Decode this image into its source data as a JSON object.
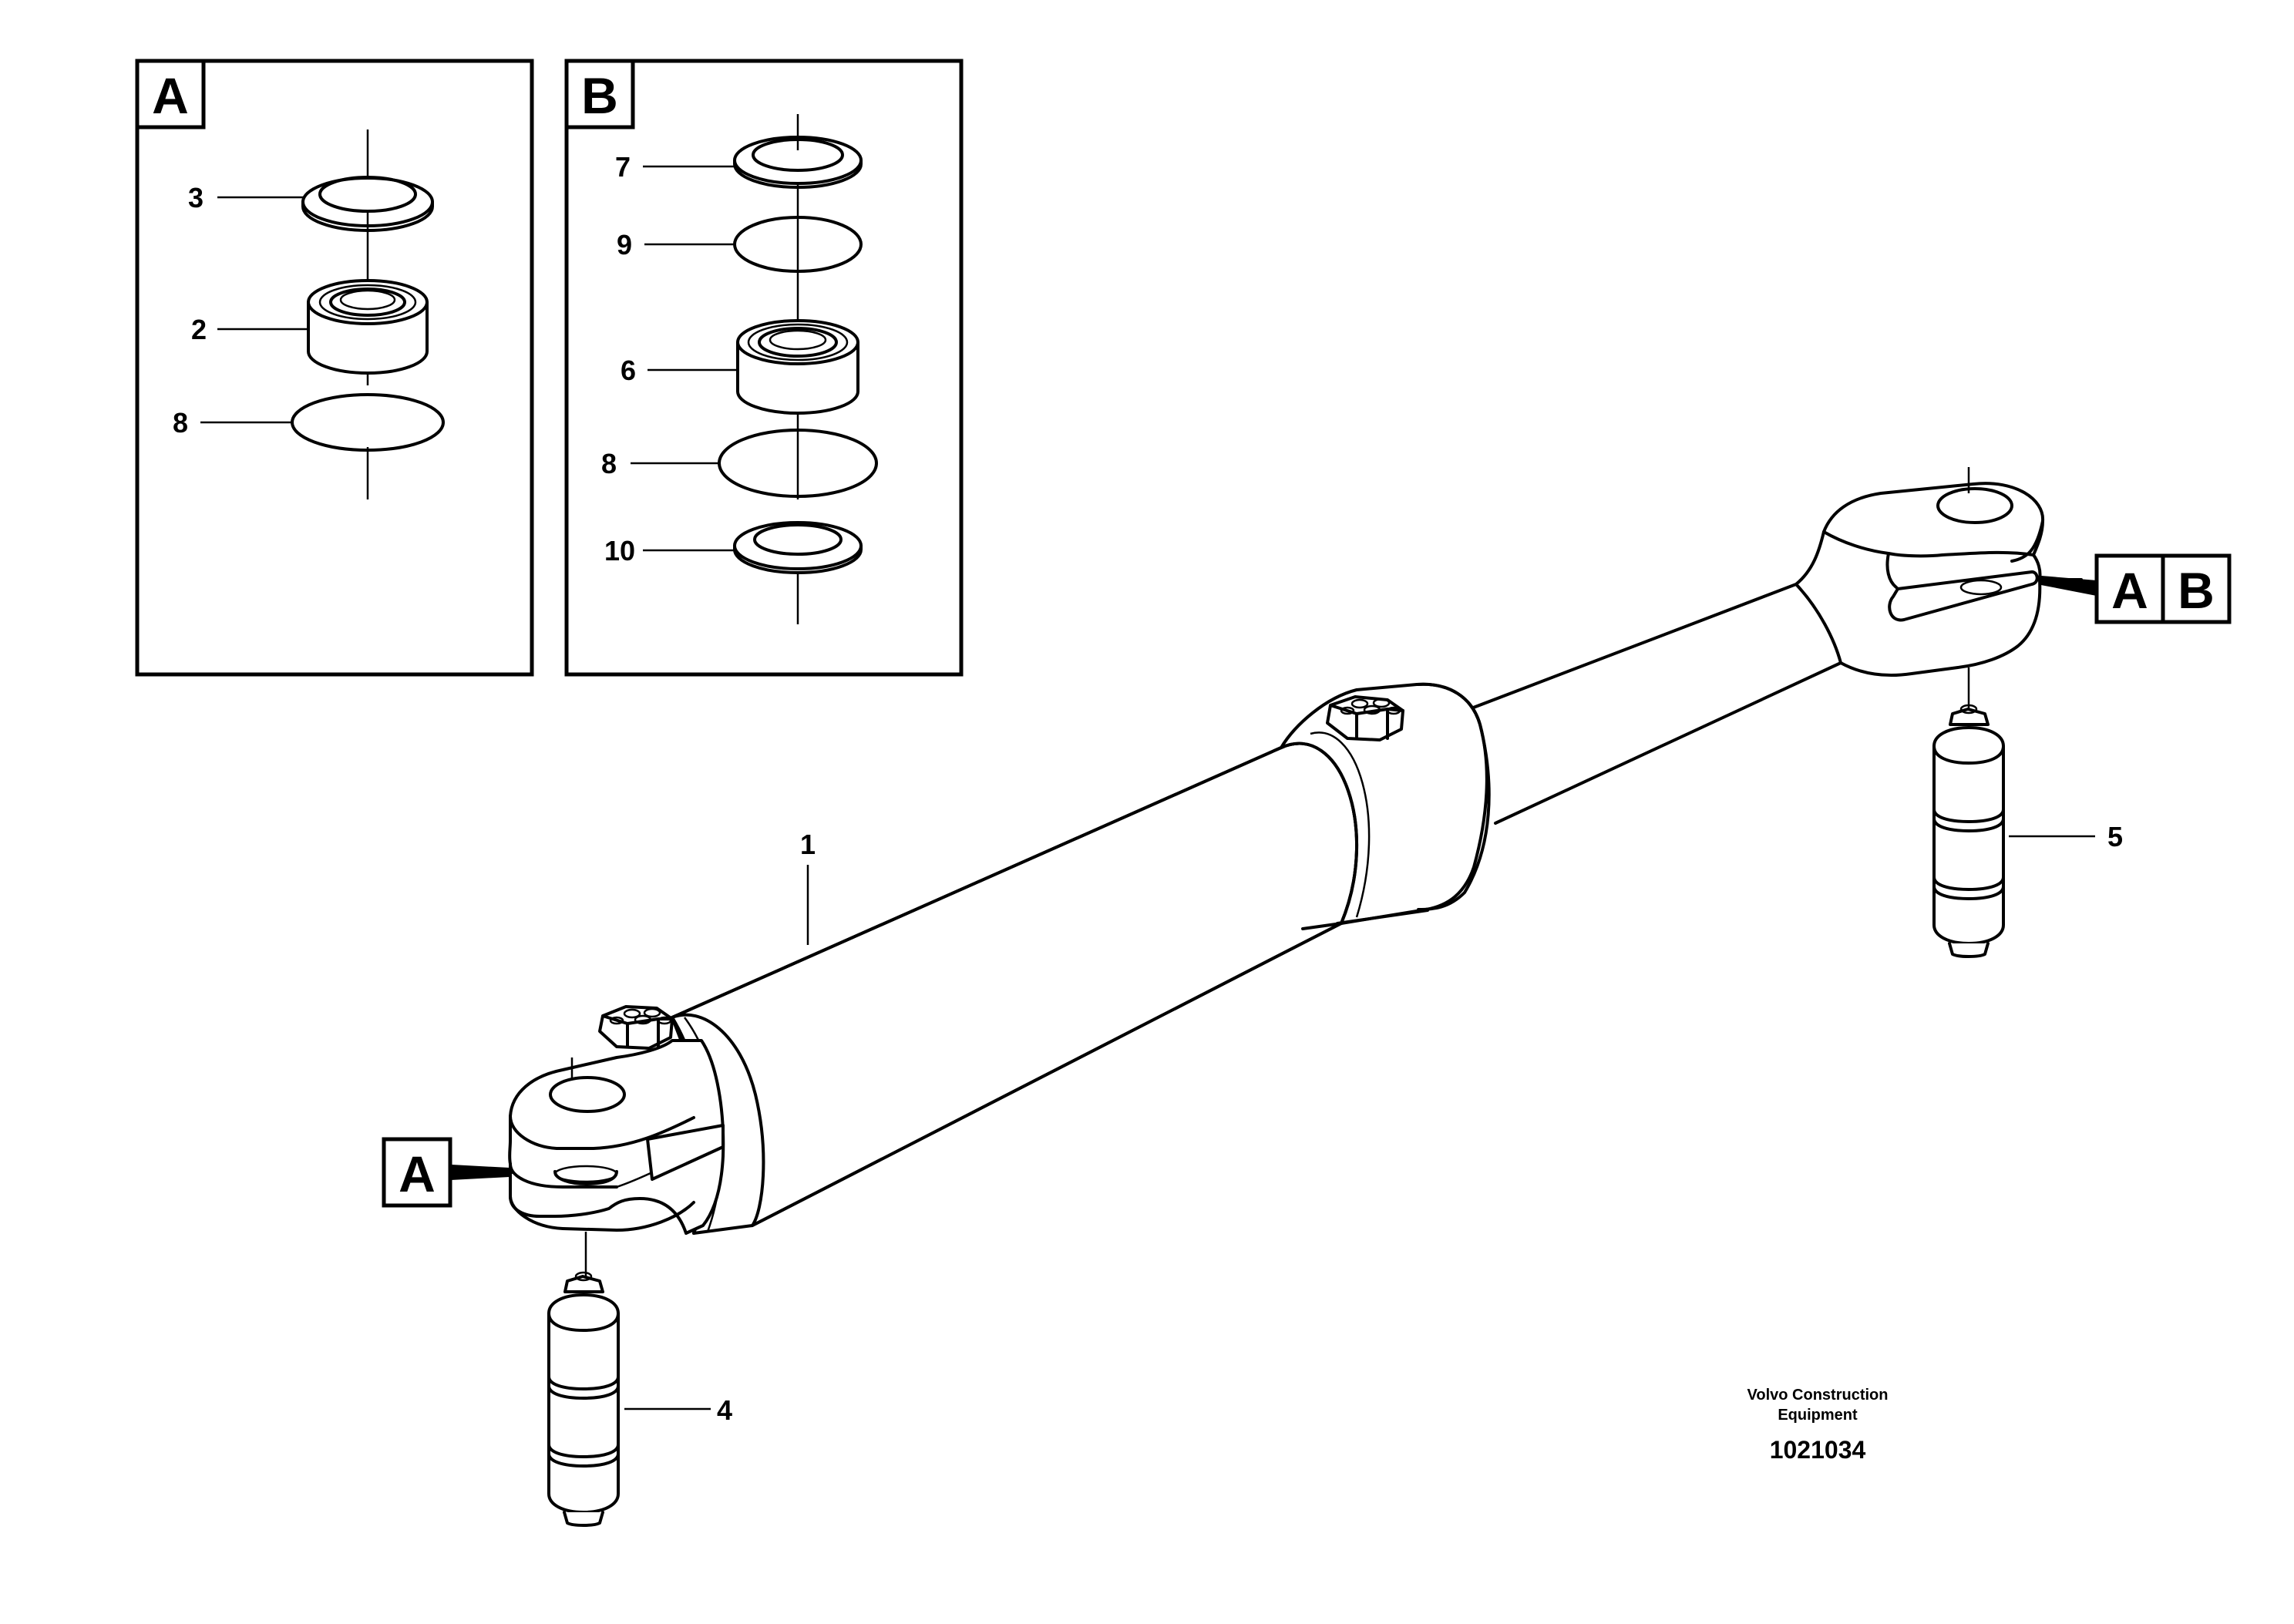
{
  "inset_a": {
    "letter": "A",
    "callouts": [
      "3",
      "2",
      "8"
    ]
  },
  "inset_b": {
    "letter": "B",
    "callouts": [
      "7",
      "9",
      "6",
      "8",
      "10"
    ]
  },
  "main": {
    "callouts": {
      "cylinder": "1",
      "pin_left": "4",
      "pin_right": "5"
    },
    "tag_left": "A",
    "tag_right_a": "A",
    "tag_right_b": "B"
  },
  "footer": {
    "company_line1": "Volvo Construction",
    "company_line2": "Equipment",
    "drawing_number": "1021034"
  }
}
